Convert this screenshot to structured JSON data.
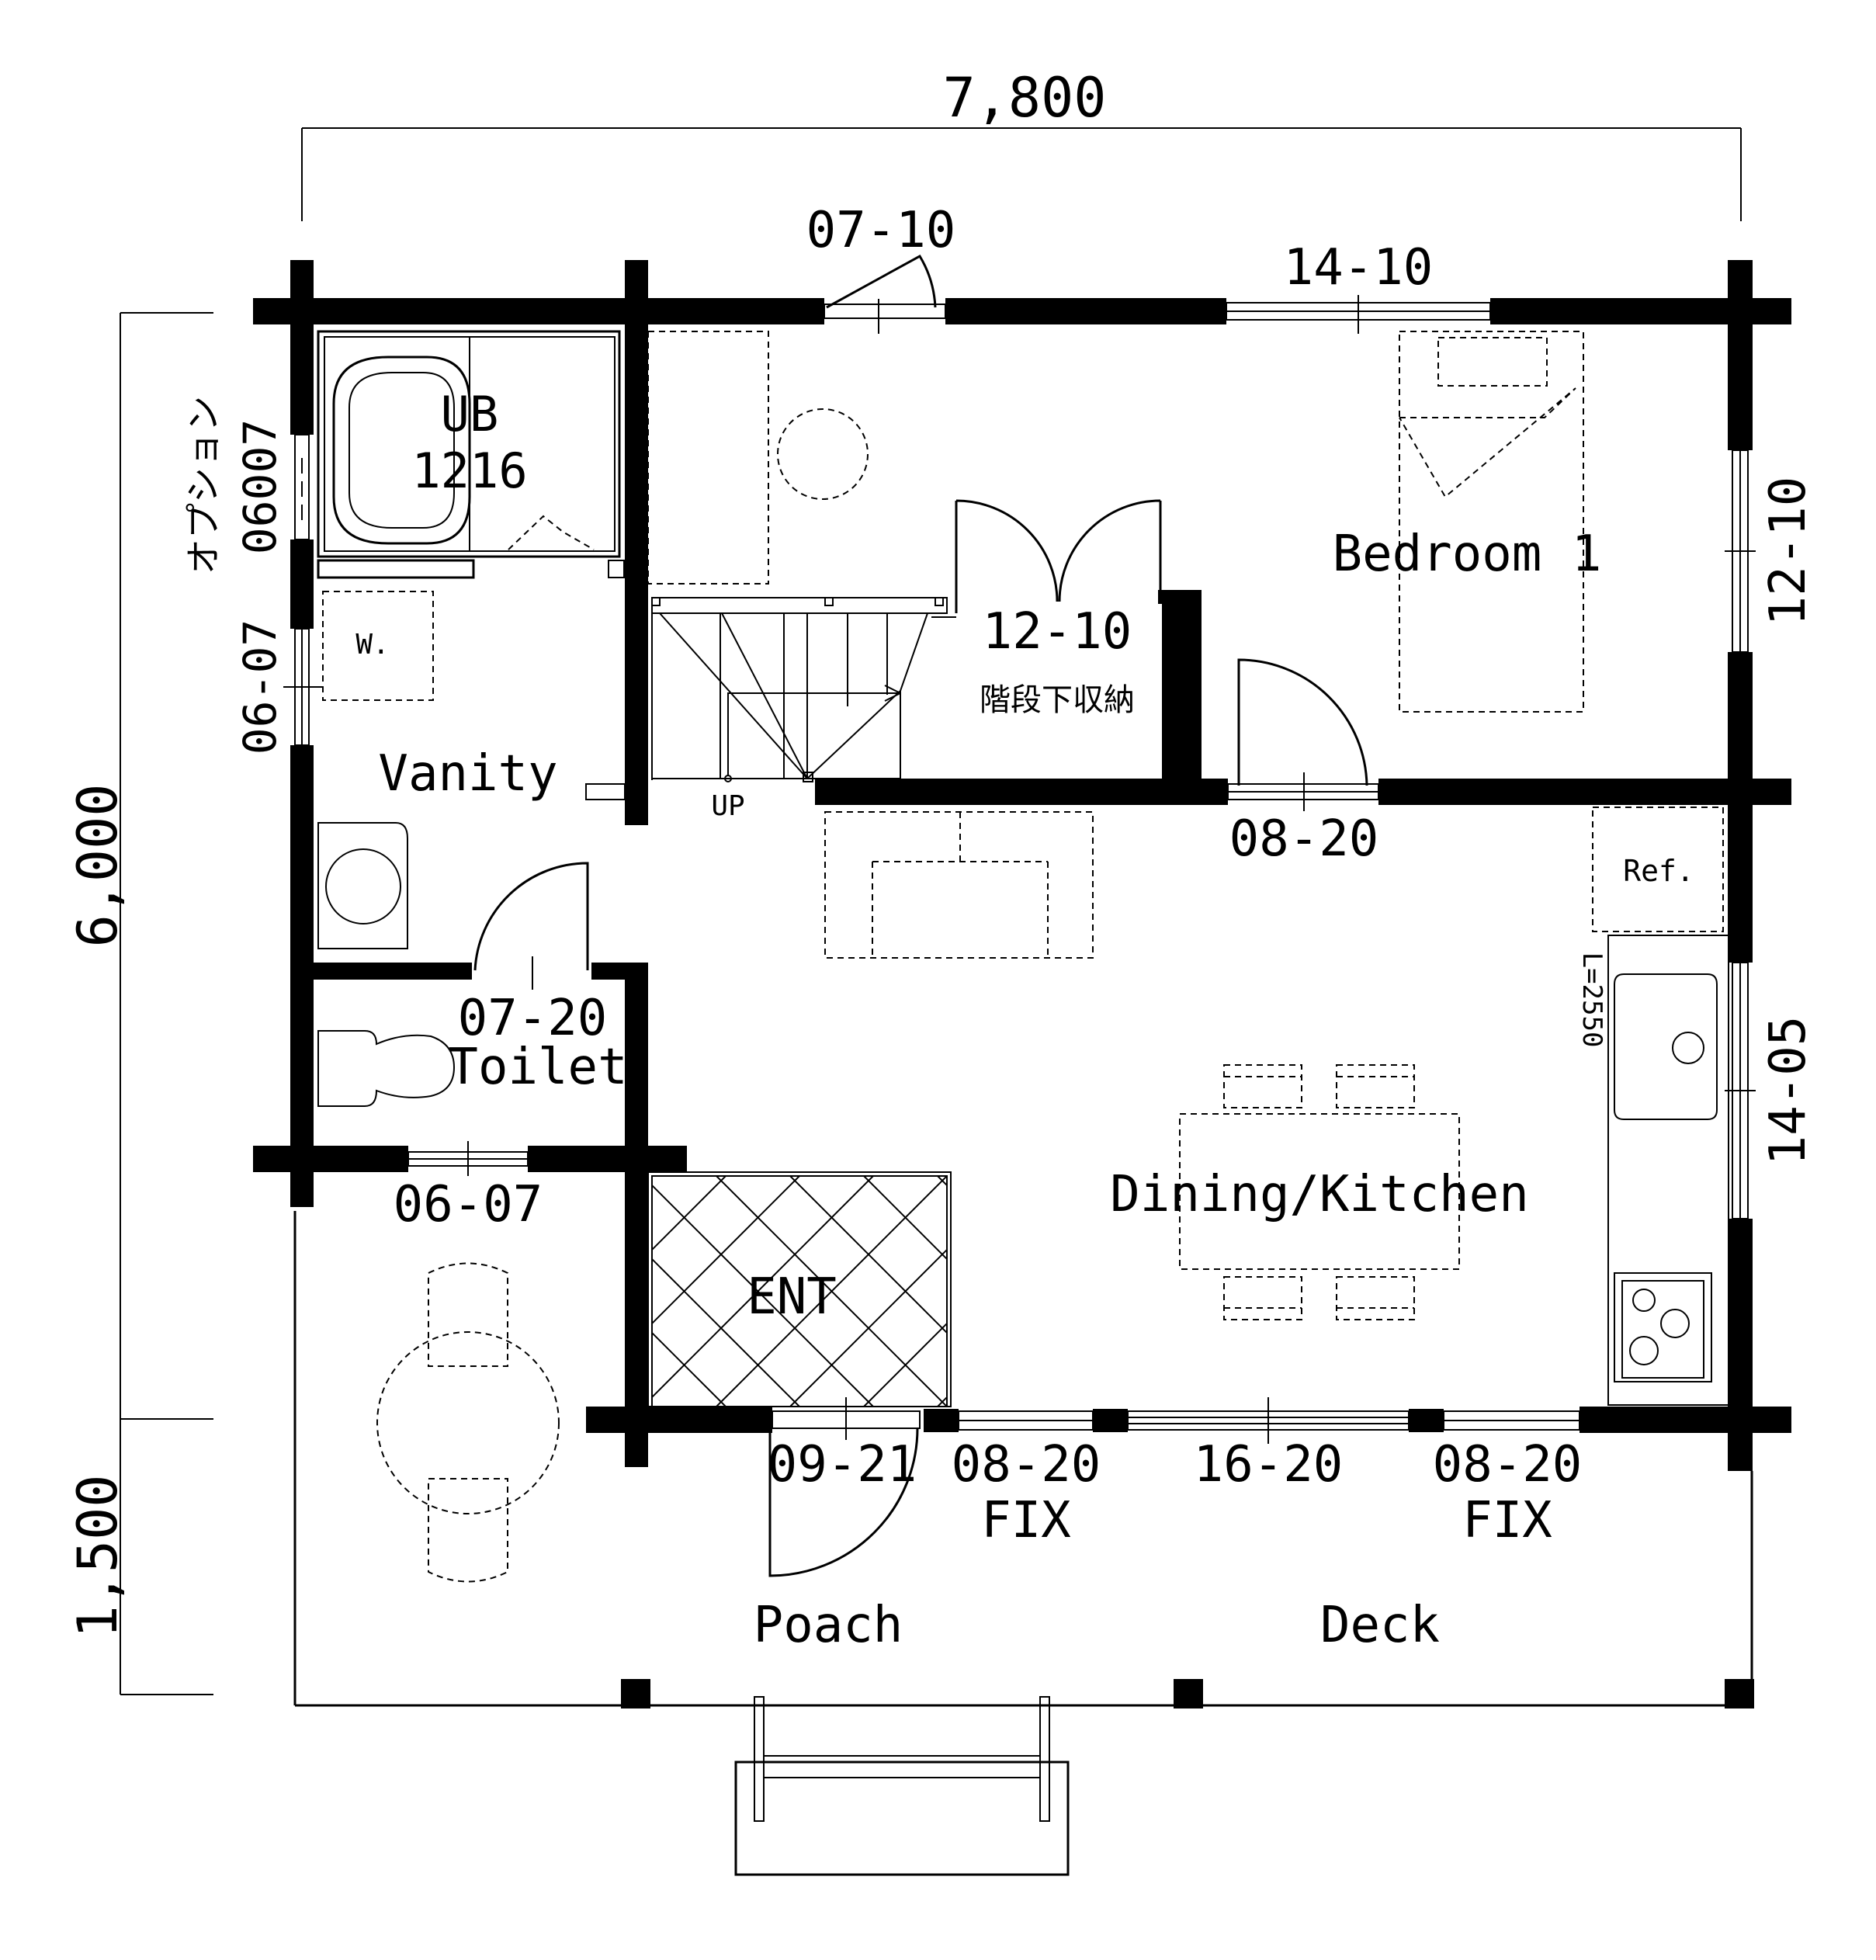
{
  "dimensions": {
    "width_total": "7,800",
    "depth_main": "6,000",
    "depth_porch": "1,500"
  },
  "rooms": {
    "unit_bath": "UB",
    "unit_bath_size": "1216",
    "washer": "W.",
    "vanity": "Vanity",
    "toilet": "Toilet",
    "bedroom": "Bedroom 1",
    "storage": "階段下収納",
    "stairs_up": "UP",
    "dining_kitchen": "Dining/Kitchen",
    "fridge": "Ref.",
    "kitchen_length": "L=2550",
    "entrance": "ENT",
    "porch": "Poach",
    "deck": "Deck"
  },
  "openings": {
    "w_top_door": "07-10",
    "w_top_window": "14-10",
    "w_right_upper": "12-10",
    "w_right_lower": "14-05",
    "storage_door": "12-10",
    "bedroom_door": "08-20",
    "bath_option": "オプション",
    "bath_window": "06007",
    "vanity_window": "06-07",
    "toilet_door": "07-20",
    "toilet_window": "06-07",
    "entrance_door": "09-21",
    "front_fix_left": "08-20",
    "front_fix_left_note": "FIX",
    "front_slider": "16-20",
    "front_fix_right": "08-20",
    "front_fix_right_note": "FIX"
  }
}
